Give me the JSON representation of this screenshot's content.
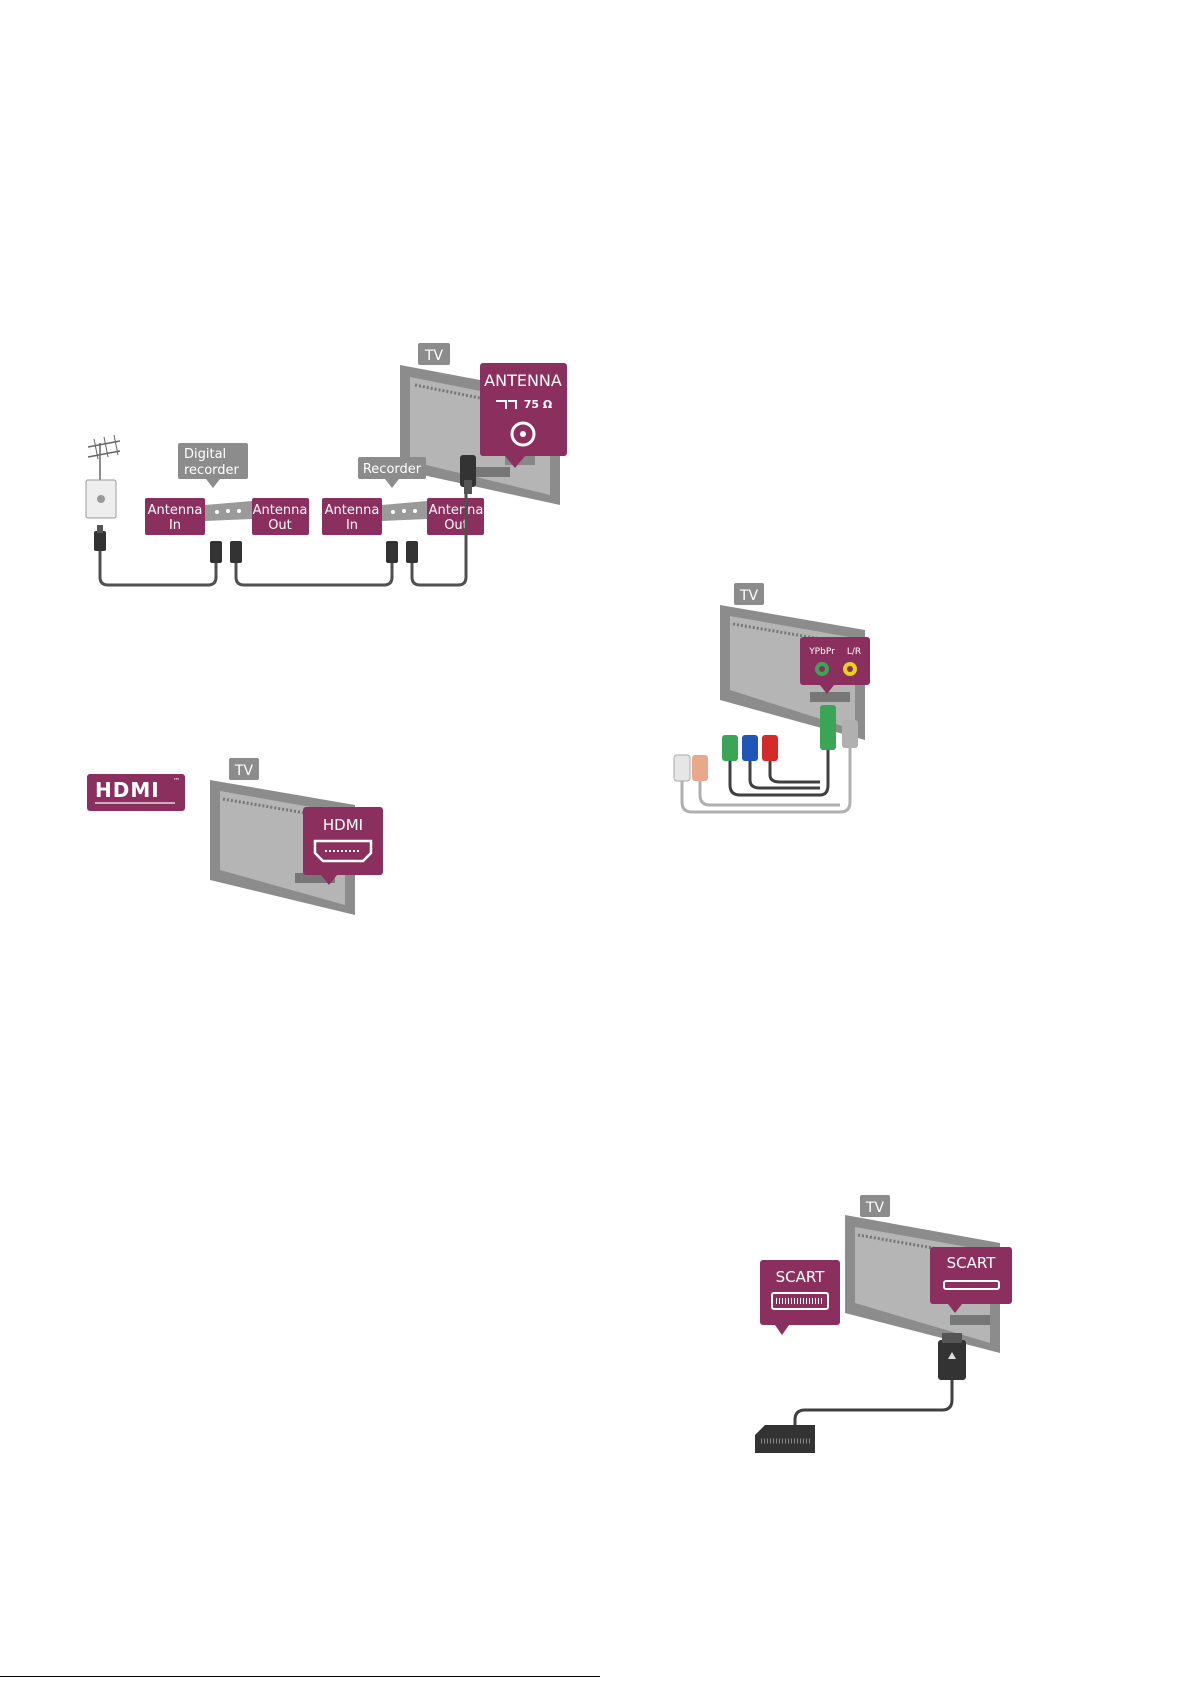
{
  "colors": {
    "accent": "#8b2f5e",
    "tv_gray": "#8c8c8c",
    "tv_panel": "#b7b7b7",
    "cable": "#505050"
  },
  "antenna_diagram": {
    "tv_tag": "TV",
    "antenna_title": "ANTENNA",
    "antenna_spec": "75 Ω",
    "digital_recorder_l1": "Digital",
    "digital_recorder_l2": "recorder",
    "recorder": "Recorder",
    "antenna_in_l1": "Antenna",
    "antenna_in_l2": "In",
    "antenna_out_l1": "Antenna",
    "antenna_out_l2": "Out"
  },
  "hdmi_diagram": {
    "logo_text": "HDMI",
    "logo_tm": "™",
    "tv_tag": "TV",
    "port_label": "HDMI"
  },
  "ypbpr_diagram": {
    "tv_tag": "TV",
    "port_label_ypbpr": "YPbPr",
    "port_label_lr": "L/R"
  },
  "scart_diagram": {
    "tv_tag": "TV",
    "tv_port_label": "SCART",
    "device_port_label": "SCART"
  }
}
